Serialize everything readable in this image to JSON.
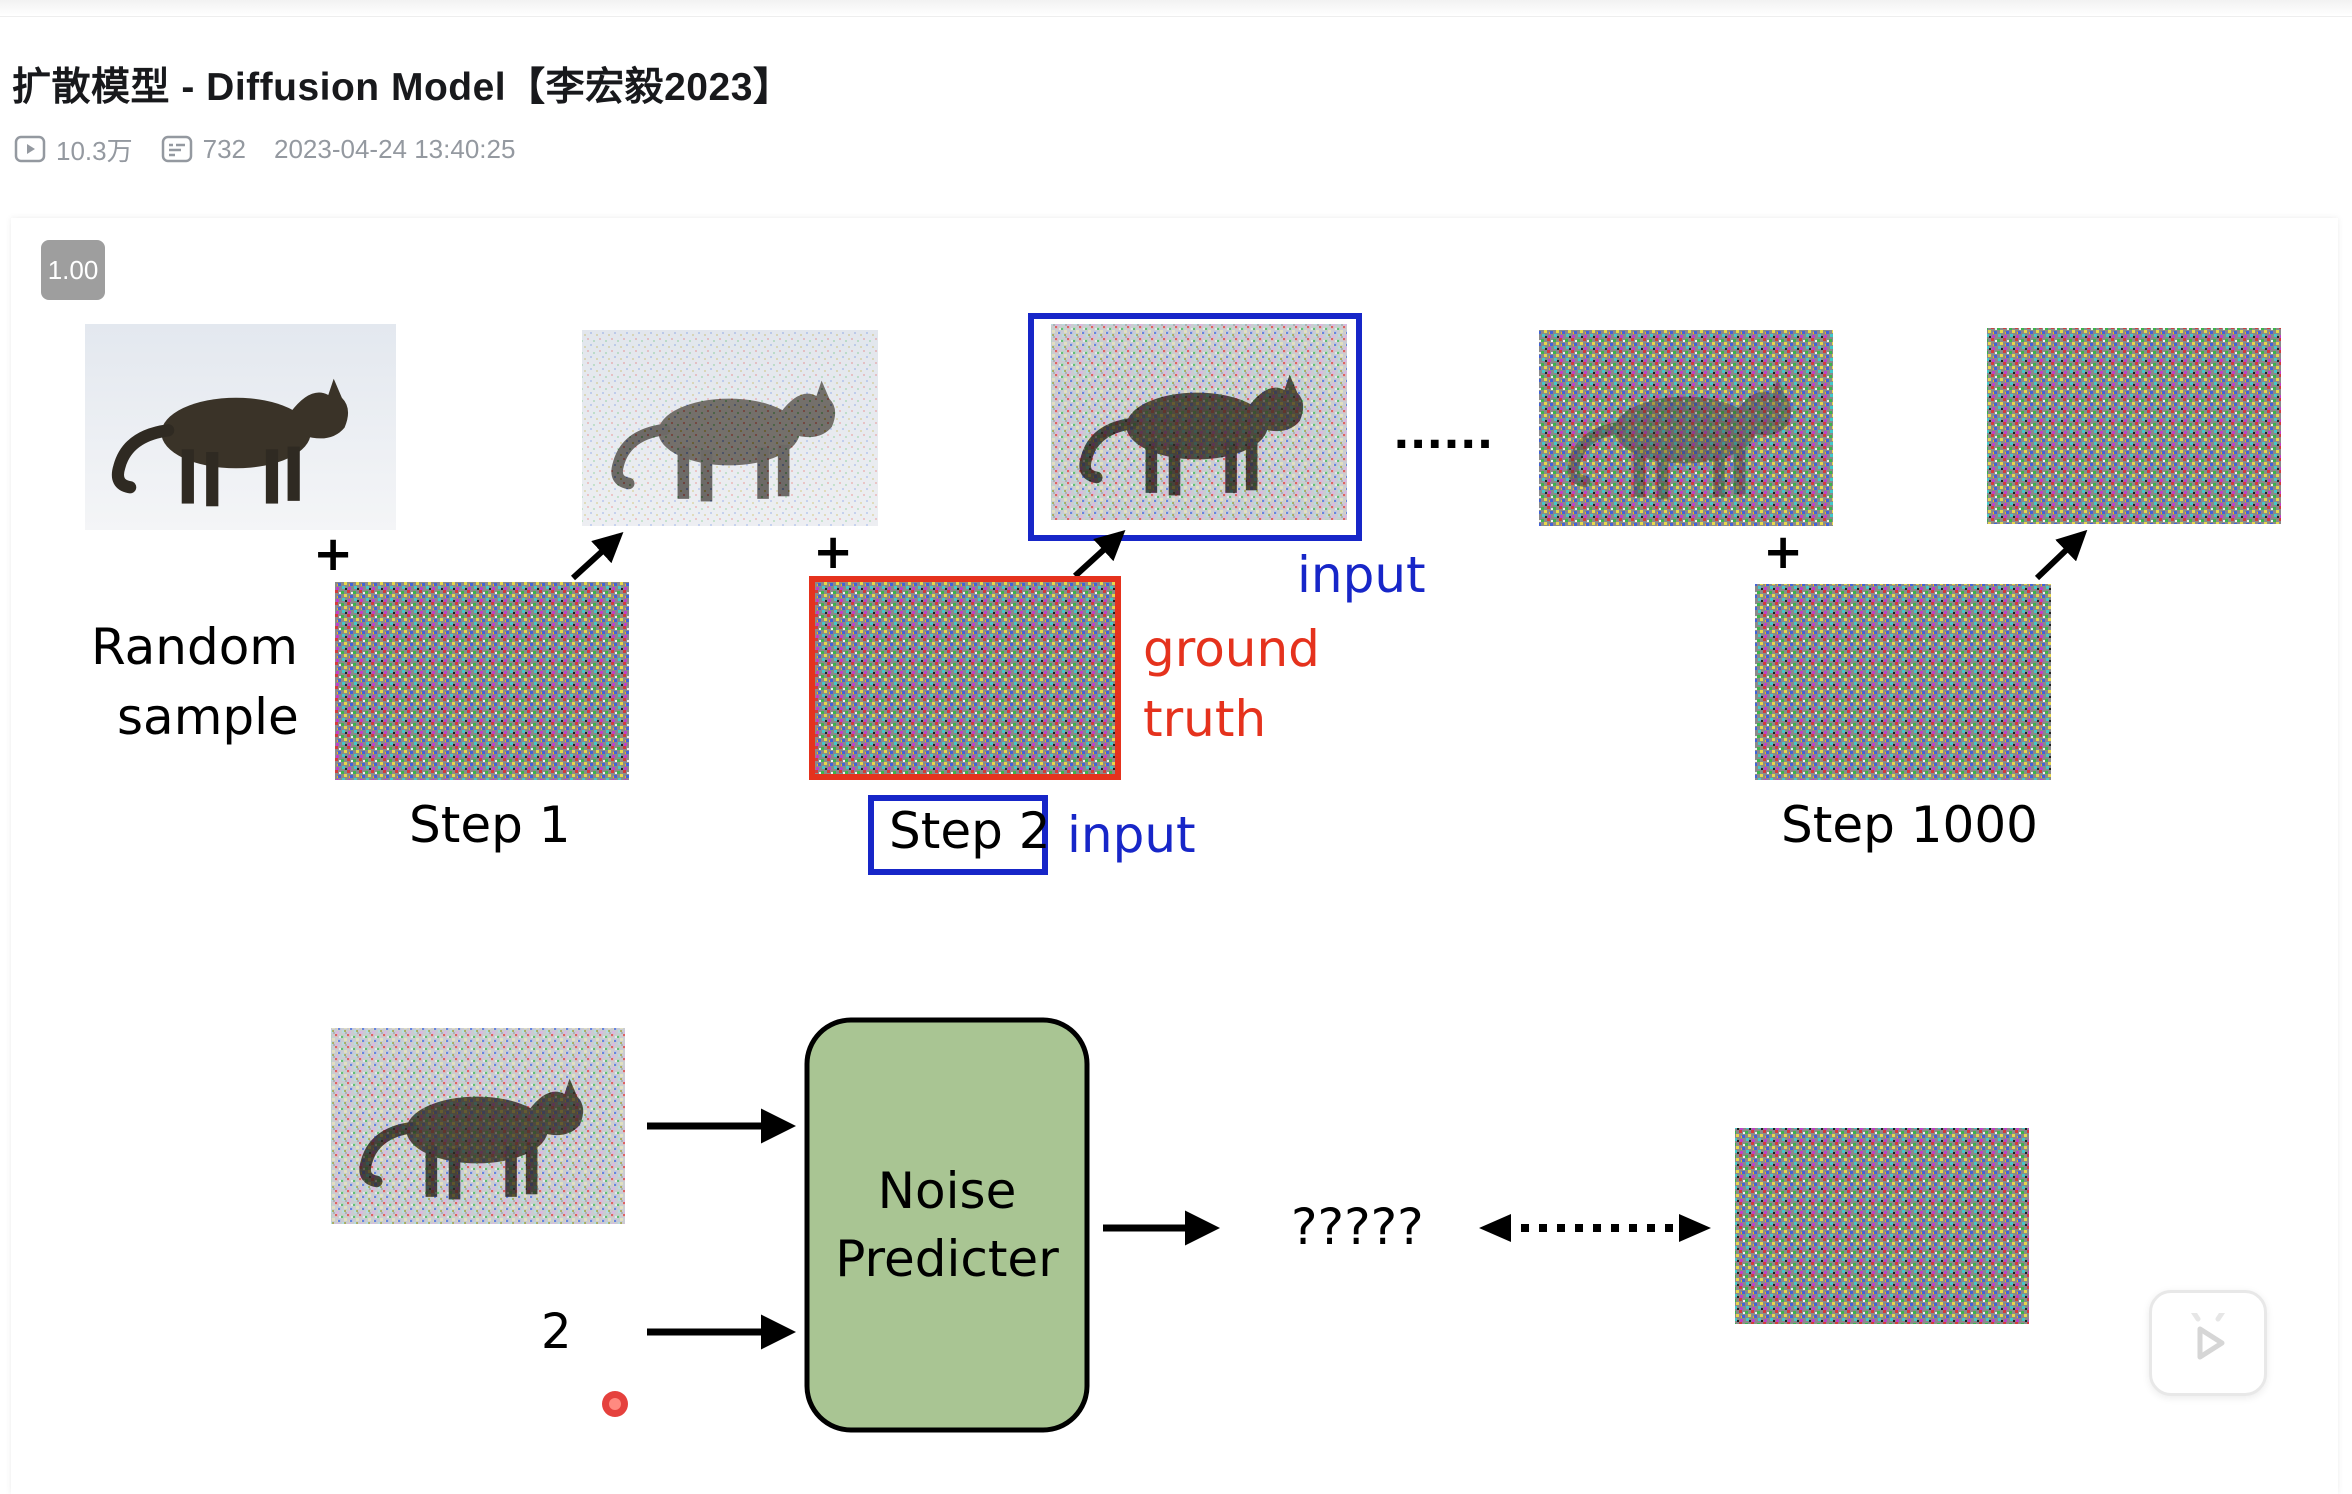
{
  "video": {
    "title": "扩散模型 - Diffusion Model【李宏毅2023】",
    "views": "10.3万",
    "danmaku_count": "732",
    "published": "2023-04-24 13:40:25"
  },
  "player": {
    "speed_badge": "1.00",
    "play_icon": "play-icon"
  },
  "slide": {
    "plus_sign": "+",
    "ellipsis": "......",
    "random_sample_line1": "Random",
    "random_sample_line2": "sample",
    "step1_label": "Step 1",
    "step2_label": "Step 2",
    "step1000_label": "Step 1000",
    "input_label_top": "input",
    "input_label_step": "input",
    "ground_truth_line1": "ground",
    "ground_truth_line2": "truth",
    "noise_predictor_line1": "Noise",
    "noise_predictor_line2": "Predicter",
    "step_input_value": "2",
    "output_placeholder": "?????",
    "colors": {
      "blue_highlight": "#1726c8",
      "red_highlight": "#e5321d",
      "predictor_fill": "#a9c593",
      "pointer_dot": "#e0201b"
    }
  }
}
